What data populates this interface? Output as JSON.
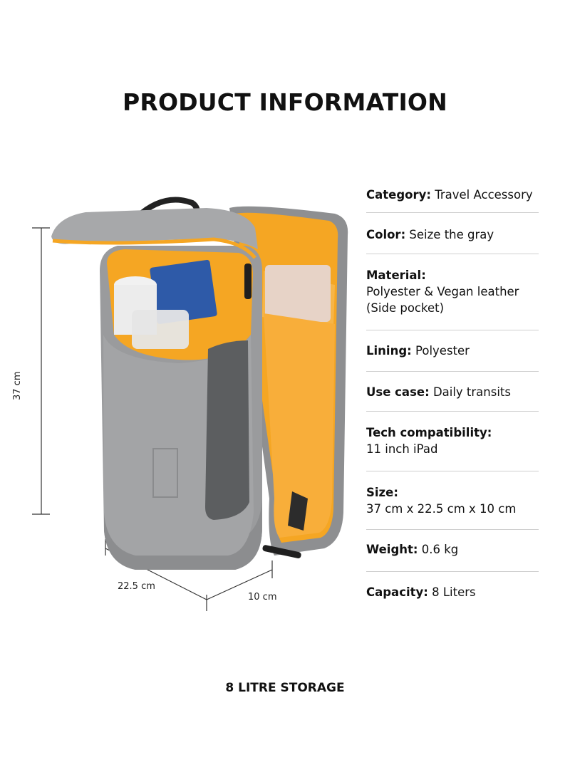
{
  "header": {
    "title": "PRODUCT INFORMATION"
  },
  "specs": [
    {
      "label": "Category:",
      "value": "Travel Accessory"
    },
    {
      "label": "Color:",
      "value": "Seize the gray"
    },
    {
      "label": "Material:",
      "value": "Polyester & Vegan leather (Side pocket)"
    },
    {
      "label": "Lining:",
      "value": "Polyester"
    },
    {
      "label": "Use case:",
      "value": " Daily transits"
    },
    {
      "label": "Tech compatibility:",
      "value": "11 inch iPad"
    },
    {
      "label": "Size:",
      "value": "37 cm x 22.5 cm x 10 cm"
    },
    {
      "label": "Weight:",
      "value": "0.6 kg"
    },
    {
      "label": "Capacity:",
      "value": "8 Liters"
    }
  ],
  "dimensions": {
    "height": "37 cm",
    "width": "22.5 cm",
    "depth": "10 cm"
  },
  "product_image": {
    "description": "gray backpack with orange lining, open",
    "colors": {
      "body": "#9a9a9a",
      "lining": "#f5a623",
      "panel": "#5c5e60"
    }
  },
  "footer": {
    "label": "8 LITRE STORAGE"
  }
}
